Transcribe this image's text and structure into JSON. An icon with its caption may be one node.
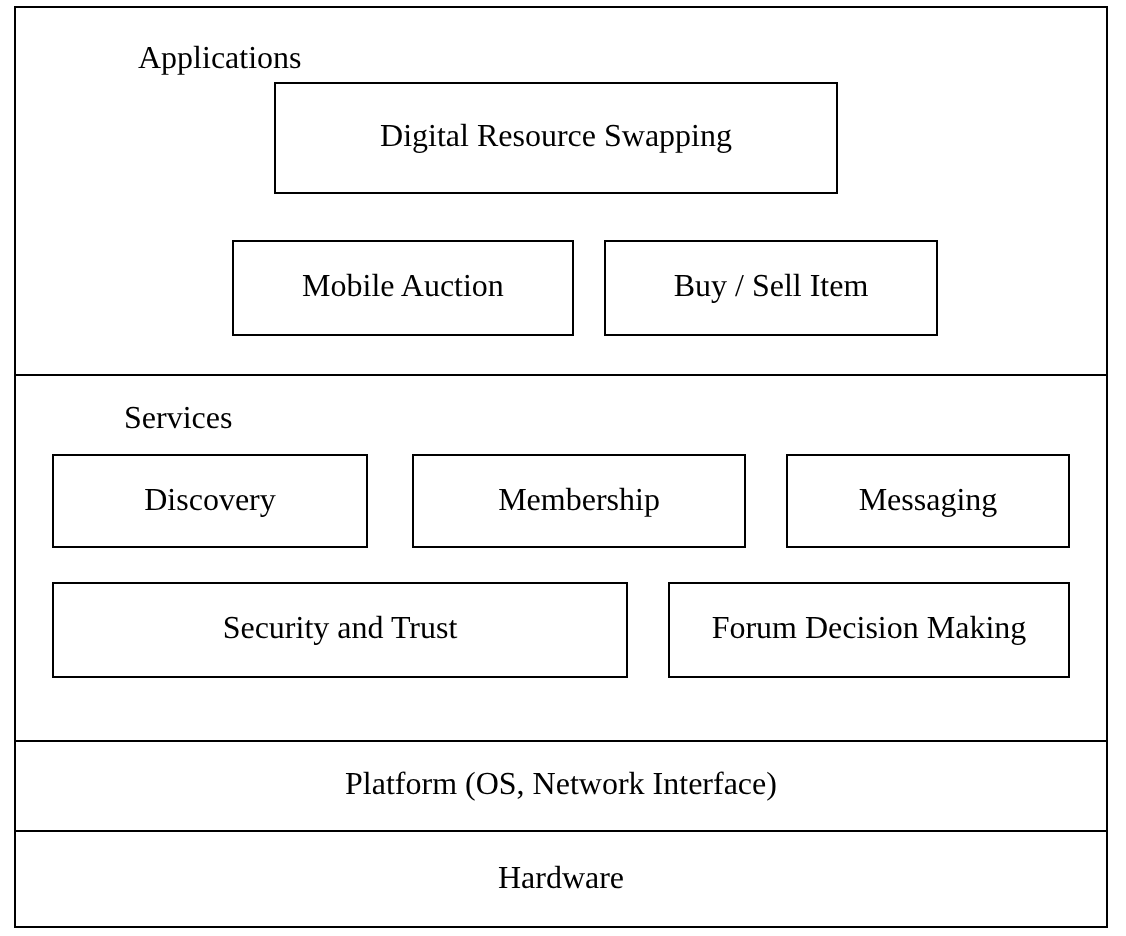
{
  "diagram": {
    "nodes": [
      {
        "text": [
          "Applications"
        ]
      },
      {
        "text": [
          "Digital Resource Swapping"
        ],
        "in": 0
      },
      {
        "text": [
          "Mobile Auction"
        ],
        "in": 0
      },
      {
        "text": [
          "Buy / Sell Item"
        ],
        "in": 0
      },
      {
        "text": [
          "Services"
        ]
      },
      {
        "text": [
          "Discovery"
        ],
        "in": 4
      },
      {
        "text": [
          "Membership"
        ],
        "in": 4
      },
      {
        "text": [
          "Messaging"
        ],
        "in": 4
      },
      {
        "text": [
          "Security and Trust"
        ],
        "in": 4
      },
      {
        "text": [
          "Forum Decision Making"
        ],
        "in": 4
      },
      {
        "text": [
          "Platform (OS, Network Interface)"
        ]
      },
      {
        "text": [
          "Hardware"
        ]
      }
    ]
  }
}
